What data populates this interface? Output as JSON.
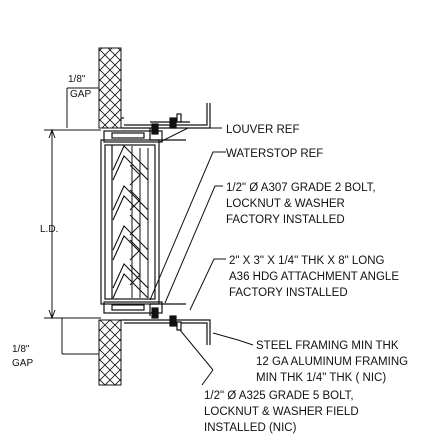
{
  "dimensions": {
    "gap_top_value": "1/8\"",
    "gap_top_word": "GAP",
    "gap_bottom_value": "1/8\"",
    "gap_bottom_word": "GAP",
    "ld_label": "L.D."
  },
  "callouts": {
    "louver_ref": "LOUVER REF",
    "waterstop_ref": "WATERSTOP REF",
    "bolt_a307": [
      "1/2\" Ø A307 GRADE 2 BOLT,",
      "LOCKNUT & WASHER",
      "FACTORY INSTALLED"
    ],
    "angle": [
      "2\" X 3\" X 1/4\" THK X 8\" LONG",
      "A36 HDG ATTACHMENT ANGLE",
      "FACTORY INSTALLED"
    ],
    "steel_framing": [
      "STEEL FRAMING MIN THK",
      "12 GA ALUMINUM FRAMING",
      "MIN THK 1/4\" THK ( NIC)"
    ],
    "bolt_a325": [
      "1/2\" Ø A325 GRADE 5 BOLT,",
      "LOCKNUT & WASHER FIELD",
      "INSTALLED (NIC)"
    ]
  }
}
